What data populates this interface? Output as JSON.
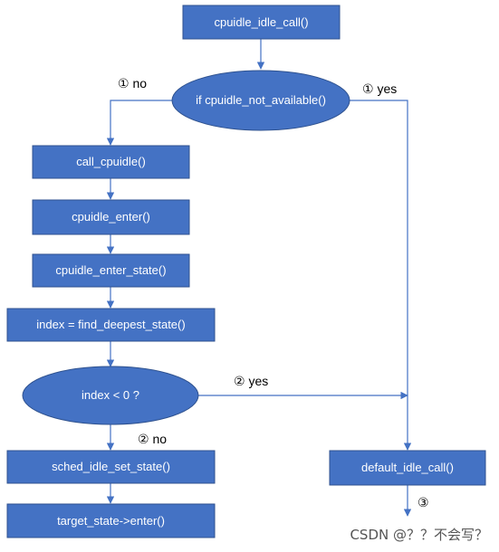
{
  "colors": {
    "node_fill": "#4472C4",
    "node_stroke": "#2F528F",
    "edge": "#4472C4",
    "node_text": "#FFFFFF",
    "label_text": "#000000"
  },
  "nodes": {
    "cpuidle_idle_call": "cpuidle_idle_call()",
    "cpuidle_not_available": "if cpuidle_not_available()",
    "call_cpuidle": "call_cpuidle()",
    "cpuidle_enter": "cpuidle_enter()",
    "cpuidle_enter_state": "cpuidle_enter_state()",
    "find_deepest_state": "index = find_deepest_state()",
    "index_check": "index < 0 ?",
    "sched_idle_set_state": "sched_idle_set_state()",
    "target_state_enter": "target_state->enter()",
    "default_idle_call": "default_idle_call()"
  },
  "labels": {
    "step1_no": "① no",
    "step1_yes": "① yes",
    "step2_yes": "② yes",
    "step2_no": "② no",
    "step3": "③"
  },
  "watermark": "CSDN @？？不会写？"
}
